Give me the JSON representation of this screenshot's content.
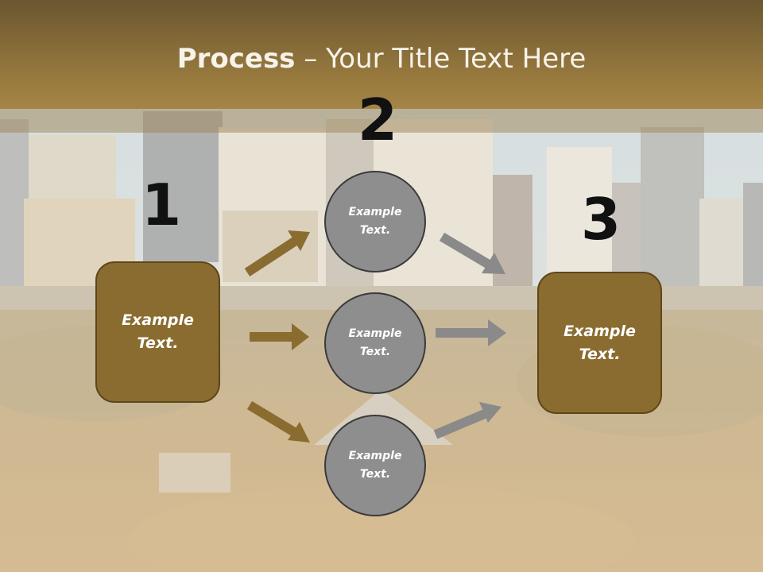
{
  "slide": {
    "title_bold": "Process",
    "title_rest": " – Your Title Text Here"
  },
  "steps": {
    "n1": "1",
    "n2": "2",
    "n3": "3"
  },
  "left_box": {
    "text": "Example Text."
  },
  "circles": [
    {
      "text": "Example Text."
    },
    {
      "text": "Example Text."
    },
    {
      "text": "Example Text."
    }
  ],
  "right_box": {
    "text": "Example Text."
  },
  "colors": {
    "accent": "#8b6c30",
    "circle_fill": "#8e8e8e",
    "arrow_gold": "#8b6c30",
    "arrow_gray": "#8a8a8a"
  }
}
